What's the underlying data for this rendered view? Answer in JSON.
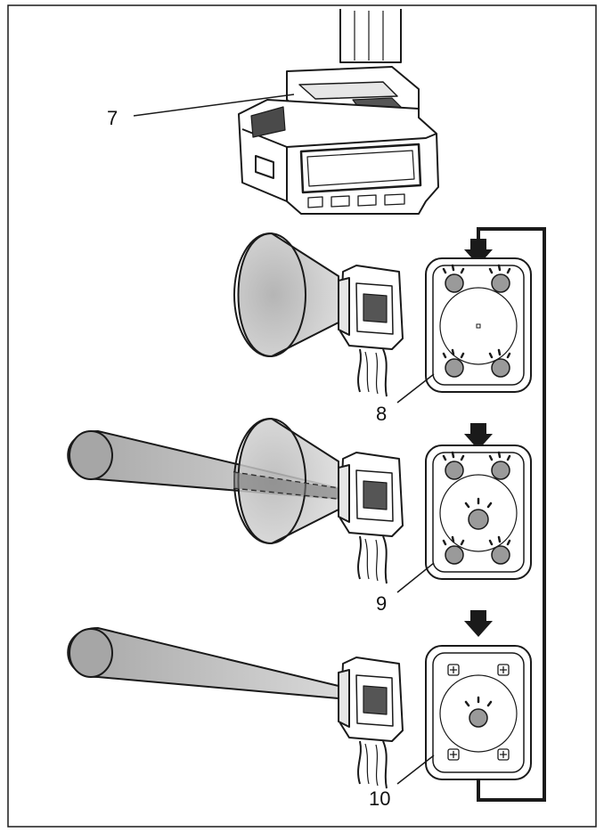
{
  "figure": {
    "callouts": [
      {
        "id": "7",
        "label": "7"
      },
      {
        "id": "8",
        "label": "8"
      },
      {
        "id": "9",
        "label": "9"
      },
      {
        "id": "10",
        "label": "10"
      }
    ],
    "modes": [
      {
        "callout": "8",
        "beam": "wide",
        "center_lamp": false,
        "corner_lamps": "lit"
      },
      {
        "callout": "9",
        "beam": "wide+spot",
        "center_lamp": true,
        "corner_lamps": "lit"
      },
      {
        "callout": "10",
        "beam": "spot",
        "center_lamp": true,
        "corner_lamps": "off"
      }
    ],
    "colors": {
      "line": "#1a1a1a",
      "beam_fill": "#c8c8c8",
      "beam_fill_dark": "#a8a8a8",
      "lamp_fill": "#9a9a9a"
    },
    "icons": [
      "battery-pack-icon",
      "flashlight-icon",
      "lamp-panel-icon",
      "down-arrow-icon"
    ]
  }
}
